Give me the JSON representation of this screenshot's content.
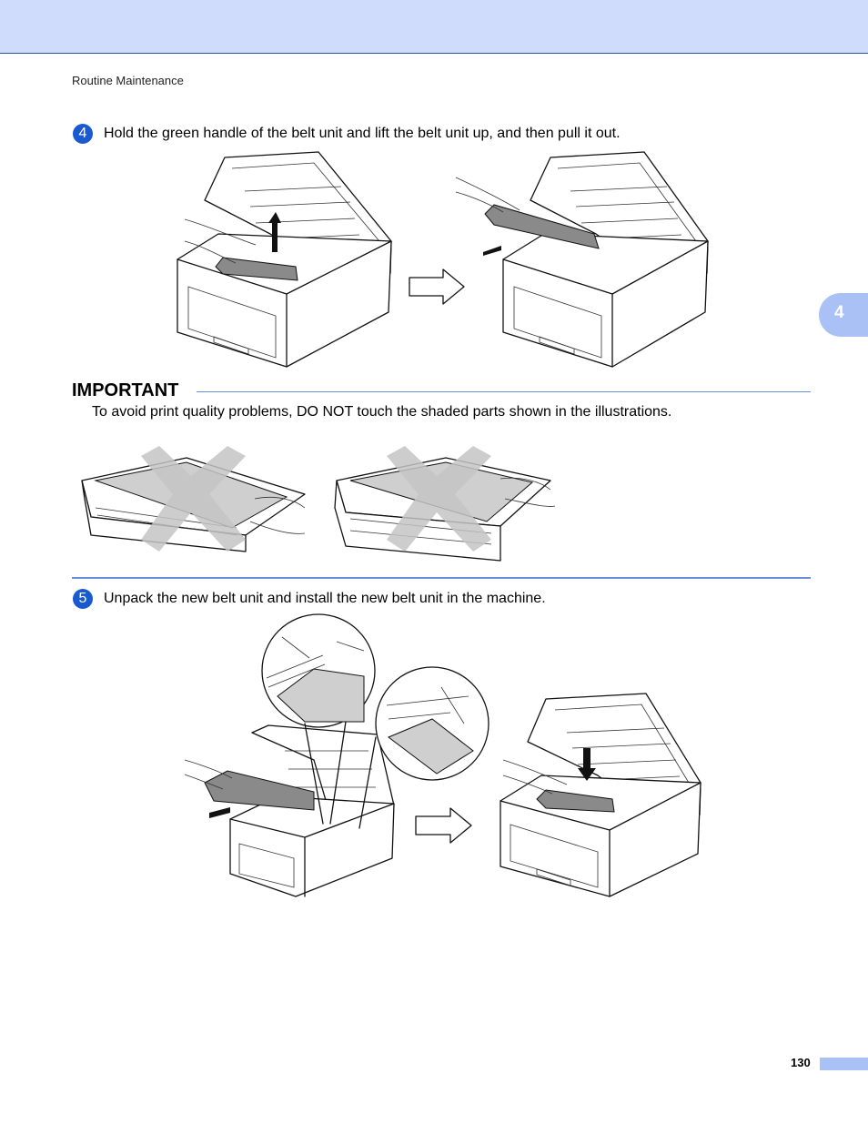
{
  "header": {
    "running_head": "Routine Maintenance"
  },
  "chapter_tab": {
    "number": "4"
  },
  "steps": [
    {
      "number": "4",
      "text": "Hold the green handle of the belt unit and lift the belt unit up, and then pull it out."
    },
    {
      "number": "5",
      "text": "Unpack the new belt unit and install the new belt unit in the machine."
    }
  ],
  "important": {
    "title": "IMPORTANT",
    "body": "To avoid print quality problems, DO NOT touch the shaded parts shown in the illustrations."
  },
  "footer": {
    "page_number": "130"
  },
  "colors": {
    "accent": "#1a5ad0",
    "header_band": "#cfdcfb",
    "tab": "#aac1f5",
    "rule": "#6b8fd8"
  }
}
